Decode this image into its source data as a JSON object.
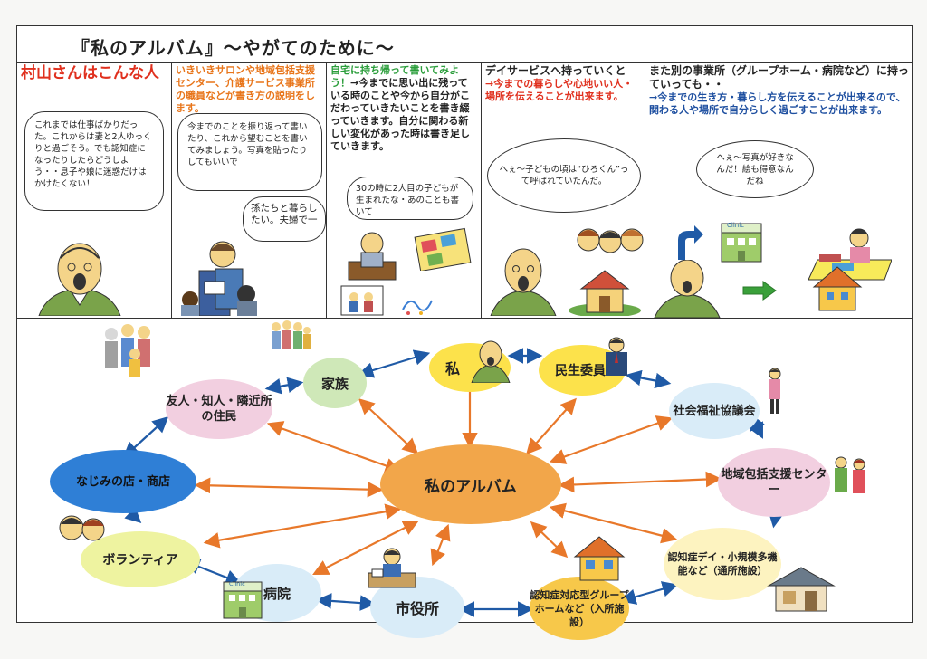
{
  "title": "『私のアルバム』～やがてのために～",
  "columns": [
    {
      "heading": "村山さんはこんな人",
      "bubble": "これまでは仕事ばかりだった。これからは妻と2人ゆっくりと過ごそう。でも認知症になったりしたらどうしよう・・息子や娘に迷惑だけはかけたくない！"
    },
    {
      "heading": "いきいきサロンや地域包括支援センター、介護サービス事業所の職員などが書き方の説明をします。",
      "bubble": "今までのことを振り返って書いたり、これから望むことを書いてみましょう。写真を貼ったりしてもいいで",
      "bubble2": "孫たちと暮らしたい。夫婦で一"
    },
    {
      "heading": "自宅に持ち帰って書いてみよう！",
      "heading_rest": "→今までに思い出に残っている時のことや今から自分がこだわっていきたいことを書き綴っていきます。自分に関わる新しい変化があった時は書き足していきます。",
      "bubble": "30の時に2人目の子どもが生まれたな・あのことも書いて"
    },
    {
      "heading": "デイサービスへ持っていくと",
      "heading_rest": "→今までの暮らしや心地いい人・場所を伝えることが出来ます。",
      "bubble": "へぇ～子どもの頃は“ひろくん”って呼ばれていたんだ。"
    },
    {
      "heading": "また別の事業所（グループホーム・病院など）に持っていっても・・",
      "heading_rest": "→今までの生き方・暮らし方を伝えることが出来るので、関わる人や場所で自分らしく過ごすことが出来ます。",
      "bubble": "へぇ～写真が好きなんだ！絵も得意なんだね",
      "clinic_label": "Clinic"
    }
  ],
  "network": {
    "center": "私のアルバム",
    "nodes": {
      "me": "私",
      "family": "家族",
      "minsei": "民生委員",
      "friends": "友人・知人・隣近所の住民",
      "shakyo": "社会福祉協議会",
      "najimi": "なじみの店・商店",
      "houkatsu": "地域包括支援センター",
      "volunteer": "ボランティア",
      "dayservice": "認知症デイ・小規模多機能など（通所施設）",
      "hospital": "病院",
      "cityhall": "市役所",
      "grouphome": "認知症対応型グループホームなど（入所施設）"
    },
    "clinic_label": "Clinic"
  },
  "colors": {
    "orange": "#f2a64a",
    "arrow_orange": "#e8782a",
    "arrow_blue": "#1f5aa6",
    "green_node": "#cfe8b8",
    "pink_node": "#f2cfe0",
    "blue_node": "#2f7fd6",
    "yellow_node": "#fce24b",
    "sky_node": "#d9ecf8",
    "lime_node": "#eef3a0",
    "gold_node": "#f7c84a"
  }
}
